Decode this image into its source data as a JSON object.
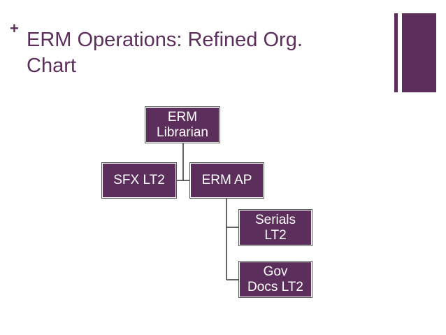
{
  "slide": {
    "bullet_symbol": "+",
    "title_lines": [
      "ERM Operations: Refined Org.",
      "Chart"
    ]
  },
  "org_chart": {
    "root": {
      "lines": [
        "ERM",
        "Librarian"
      ]
    },
    "assistant": {
      "lines": [
        "SFX LT2"
      ]
    },
    "manager": {
      "lines": [
        "ERM AP"
      ]
    },
    "reports": [
      {
        "lines": [
          "Serials",
          "LT2"
        ]
      },
      {
        "lines": [
          "Gov",
          "Docs LT2"
        ]
      }
    ]
  },
  "colors": {
    "accent": "#5b2e5c",
    "node_fill": "#5b2e5c",
    "node_text": "#ffffff",
    "connector": "#333333"
  }
}
